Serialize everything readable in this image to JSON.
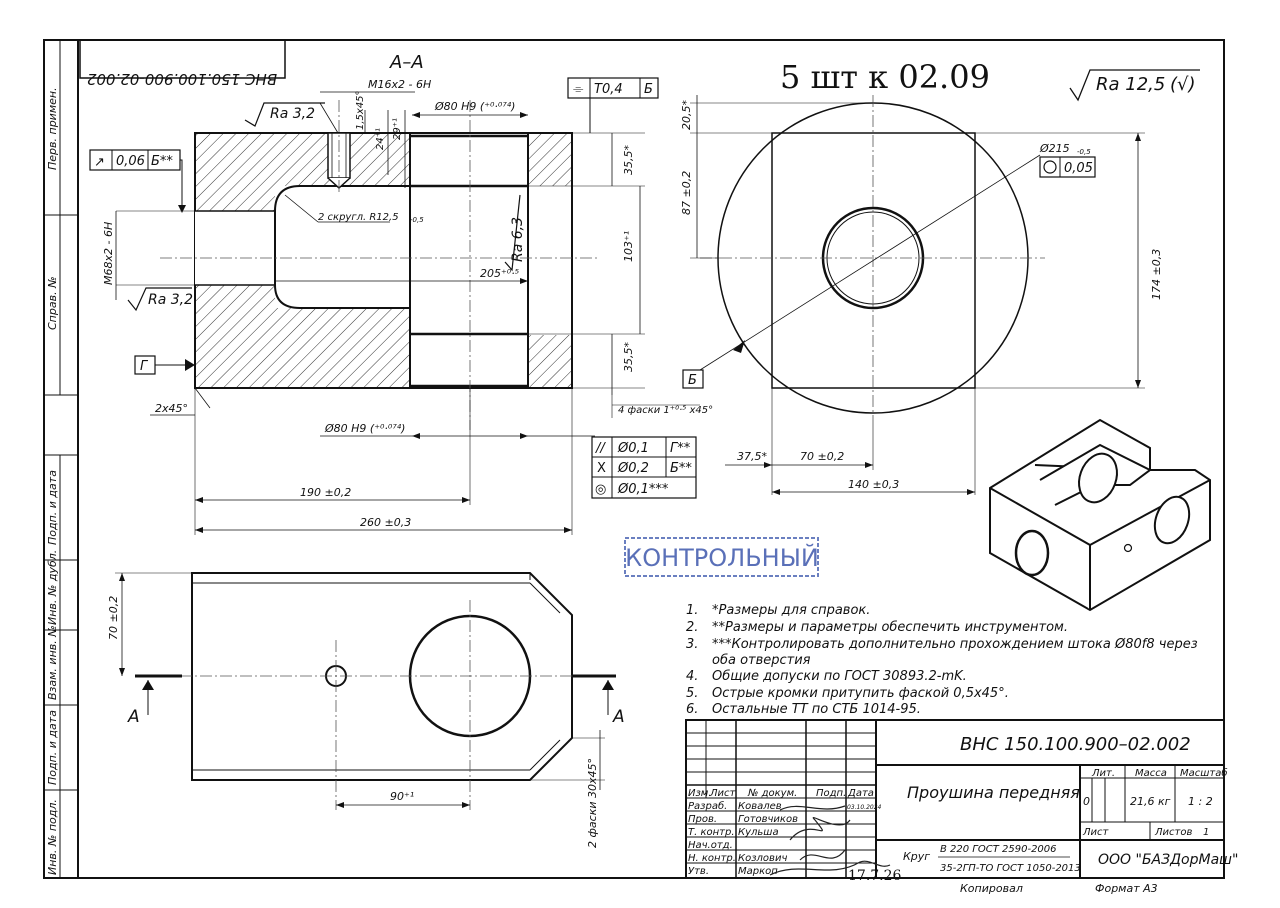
{
  "stamp_code_mirrored": "ВНС 150.100.900-02.002",
  "section_label": "А–А",
  "handwritten_note": "5 шт к 02.09",
  "roughness_general": "Ra 12,5",
  "roughness_general_suffix": "(√)",
  "control_stamp": "КОНТРОЛЬНЫЙ",
  "left_column": {
    "perv_primen": "Перв. примен.",
    "sprav_no": "Справ. №",
    "podp_data_1": "Подп. и дата",
    "inv_dubl": "Инв. № дубл.",
    "vzam_inv": "Взам. инв. №",
    "podp_data_2": "Подп. и дата",
    "inv_podl": "Инв. № подл."
  },
  "section_view": {
    "thread_m16": "M16x2 - 6H",
    "ra_top": "Ra 3,2",
    "chamfer_small": "1,5x45°",
    "depth_24": "24⁺¹",
    "depth_29": "29⁺¹",
    "bore_top": "Ø80 H9 (⁺⁰·⁰⁷⁴)",
    "sym_tol_symbol": "⌯",
    "sym_tol_value": "T0,4",
    "sym_tol_datum": "Б",
    "runout_symbol": "↗",
    "runout_value": "0,06",
    "runout_datum": "Б**",
    "fillet_note": "2 скругл. R12,5",
    "fillet_tol": "-0,5",
    "thread_m68": "M68x2 - 6H",
    "ra_left": "Ra 3,2",
    "ra_mid": "Ra 6,3",
    "dim_205": "205⁺⁰·⁵",
    "dim_35_top": "35,5*",
    "dim_35_bot": "35,5*",
    "dim_103": "103⁺¹",
    "datum_g": "Г",
    "chamfer_left": "2x45°",
    "chamfer_note": "4 фаски 1⁺⁰·⁵ х45°",
    "bore_bottom": "Ø80 H9 (⁺⁰·⁰⁷⁴)",
    "dim_190": "190 ±0,2",
    "dim_260": "260 ±0,3"
  },
  "fcf_table": [
    {
      "sym": "//",
      "val": "Ø0,1",
      "datum": "Г**"
    },
    {
      "sym": "X",
      "val": "Ø0,2",
      "datum": "Б**"
    },
    {
      "sym": "◎",
      "val": "Ø0,1***",
      "datum": ""
    }
  ],
  "side_view": {
    "dim_20_5": "20,5*",
    "dim_87": "87 ±0,2",
    "dim_215": "Ø215",
    "dim_215_tol": "-0,5",
    "round_tol_value": "0,05",
    "dim_174": "174 ±0,3",
    "datum_b": "Б",
    "dim_37_5": "37,5*",
    "dim_70": "70 ±0,2",
    "dim_140": "140 ±0,3"
  },
  "plan_view": {
    "dim_70v": "70 ±0,2",
    "dim_90": "90⁺¹",
    "chamfer_30": "2 фаски 30х45°",
    "cut_left": "А",
    "cut_right": "А"
  },
  "notes": [
    {
      "n": "1.",
      "t": "*Размеры для справок."
    },
    {
      "n": "2.",
      "t": "**Размеры и параметры обеспечить инструментом."
    },
    {
      "n": "3.",
      "t": "***Контролировать дополнительно прохождением штока Ø80f8 через"
    },
    {
      "n": "",
      "t": "оба отверстия"
    },
    {
      "n": "4.",
      "t": "Общие допуски по ГОСТ 30893.2-mK."
    },
    {
      "n": "5.",
      "t": "Острые кромки притупить фаской 0,5х45°."
    },
    {
      "n": "6.",
      "t": "Остальные ТТ по СТБ 1014-95."
    }
  ],
  "title_block": {
    "designation": "ВНС 150.100.900–02.002",
    "part_name": "Проушина передняя",
    "h_izm": "Изм.",
    "h_list": "Лист",
    "h_dokum": "№ докум.",
    "h_podp": "Подп.",
    "h_data": "Дата",
    "roles": [
      {
        "role": "Разраб.",
        "name": "Ковалев",
        "date": "03.10.2024"
      },
      {
        "role": "Пров.",
        "name": "Готовчиков",
        "date": ""
      },
      {
        "role": "Т. контр.",
        "name": "Кульша",
        "date": ""
      },
      {
        "role": "Нач.отд.",
        "name": "",
        "date": ""
      },
      {
        "role": "Н. контр.",
        "name": "Козлович",
        "date": ""
      },
      {
        "role": "Утв.",
        "name": "Маркоп",
        "date": ""
      }
    ],
    "h_lit": "Лит.",
    "h_massa": "Масса",
    "h_masshtab": "Масштаб",
    "lit_value": "0",
    "mass_value": "21,6 кг",
    "scale_value": "1 : 2",
    "sheet_label": "Лист",
    "sheets_label": "Листов",
    "sheets_value": "1",
    "material_prefix": "Круг",
    "material_line1": "В 220 ГОСТ 2590-2006",
    "material_line2": "35-2ГП-ТО ГОСТ 1050-2013",
    "company": "ООО \"БАЗДорМаш\"",
    "copied": "Копировал",
    "format": "Формат А3",
    "sign_date": "17.7.26"
  }
}
